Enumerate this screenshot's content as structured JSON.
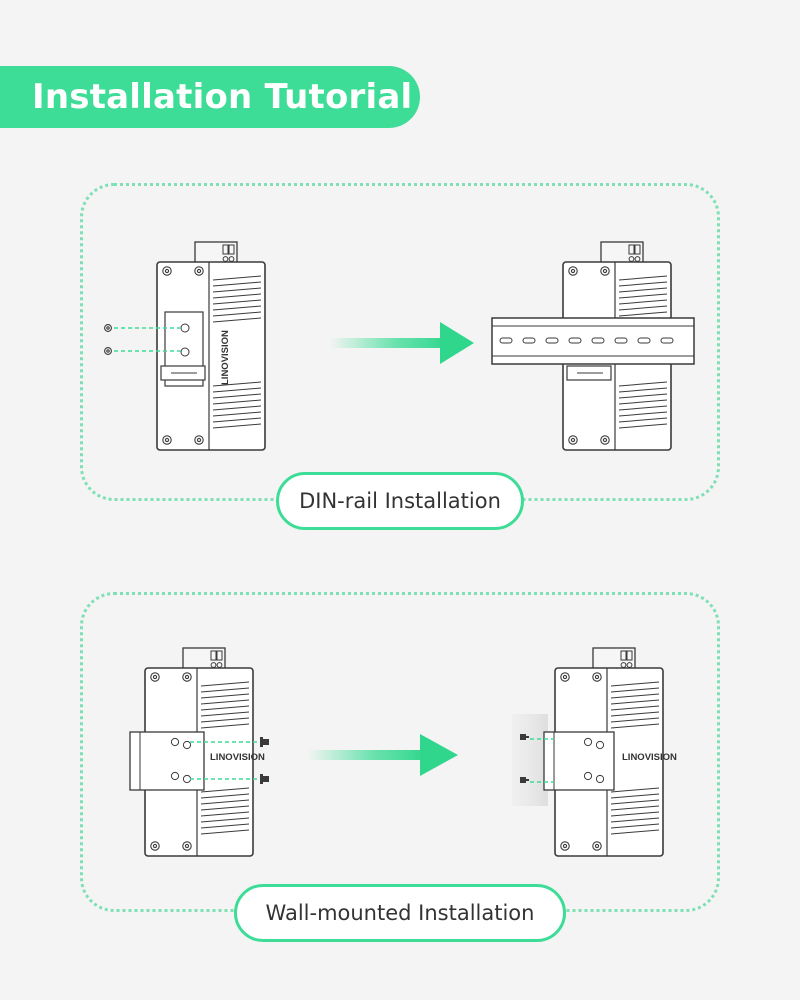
{
  "header": {
    "title": "Installation Tutorial"
  },
  "sections": [
    {
      "label": "DIN-rail Installation"
    },
    {
      "label": "Wall-mounted Installation"
    }
  ],
  "device": {
    "brand": "LINOVISION"
  },
  "colors": {
    "accent": "#3ddc97",
    "dotted_border": "#7fe0b5",
    "guide_line": "#3ddc97",
    "outline": "#3a3a3a"
  },
  "icons": [
    "arrow-right-icon",
    "screw-icon",
    "din-rail-icon",
    "wall-bracket-icon"
  ]
}
